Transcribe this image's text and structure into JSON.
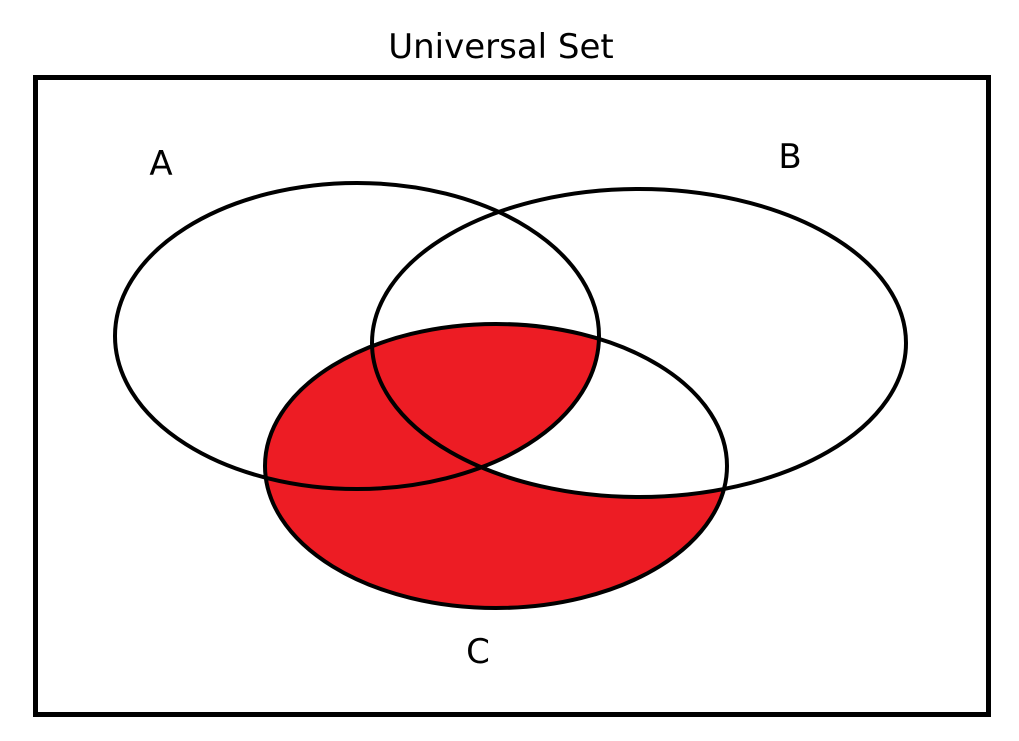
{
  "title": "Universal Set",
  "sets": [
    {
      "id": "A",
      "label": "A"
    },
    {
      "id": "B",
      "label": "B"
    },
    {
      "id": "C",
      "label": "C"
    }
  ],
  "shaded_region": "C minus the part of C inside B but outside A",
  "colors": {
    "shade": "#ed1c24",
    "stroke": "#000000",
    "background": "#ffffff"
  }
}
